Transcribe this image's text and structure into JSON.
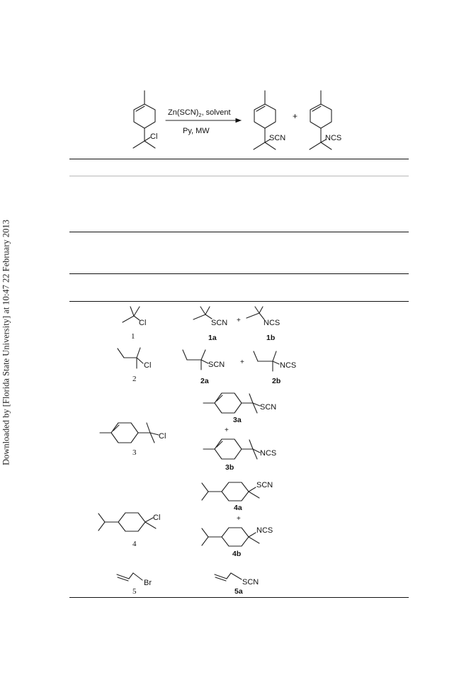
{
  "side_note": "Downloaded by [Florida State University] at 10:47 22 February 2013",
  "scheme": {
    "reagent_top_prefix": "Zn(SCN)",
    "reagent_top_subscript": "2",
    "reagent_top_suffix": ", solvent",
    "reagent_bottom": "Py, MW",
    "plus": "+",
    "left_group": "Cl",
    "middle_group": "SCN",
    "right_group": "NCS"
  },
  "rows": [
    {
      "id": "1",
      "substrate_group": "Cl",
      "products": [
        {
          "id": "1a",
          "group": "SCN"
        },
        {
          "id": "1b",
          "group": "NCS"
        }
      ]
    },
    {
      "id": "2",
      "substrate_group": "Cl",
      "products": [
        {
          "id": "2a",
          "group": "SCN"
        },
        {
          "id": "2b",
          "group": "NCS"
        }
      ]
    },
    {
      "id": "3",
      "substrate_group": "Cl",
      "products": [
        {
          "id": "3a",
          "group": "SCN"
        },
        {
          "id": "3b",
          "group": "NCS"
        }
      ]
    },
    {
      "id": "4",
      "substrate_group": "Cl",
      "products": [
        {
          "id": "4a",
          "group": "SCN"
        },
        {
          "id": "4b",
          "group": "NCS"
        }
      ]
    },
    {
      "id": "5",
      "substrate_group": "Br",
      "products": [
        {
          "id": "5a",
          "group": "SCN"
        }
      ]
    }
  ]
}
